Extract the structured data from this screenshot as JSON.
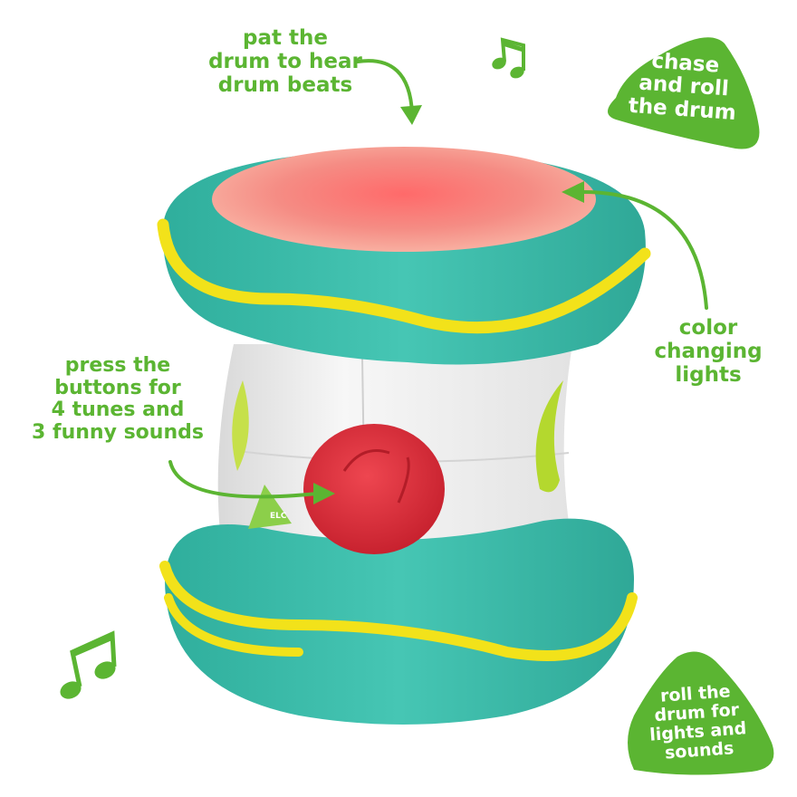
{
  "colors": {
    "accent_green": "#5bb532",
    "drum_teal": "#3fbfad",
    "drum_yellow": "#f2e21a",
    "drum_head_pink": "#f7a093",
    "body_white": "#f4f4f4",
    "button_red": "#e0333f",
    "side_lime": "#b4d82e"
  },
  "callouts": {
    "pat": {
      "lines": [
        "pat the",
        "drum to hear",
        "drum beats"
      ]
    },
    "press": {
      "lines": [
        "press the",
        "buttons for",
        "4 tunes and",
        "3 funny sounds"
      ]
    },
    "color": {
      "lines": [
        "color",
        "changing",
        "lights"
      ]
    }
  },
  "badges": {
    "chase": {
      "lines": [
        "chase",
        "and roll",
        "the drum"
      ]
    },
    "roll": {
      "lines": [
        "roll the",
        "drum for",
        "lights and",
        "sounds"
      ]
    }
  },
  "icons": {
    "music_note_top": "double-music-note-icon",
    "music_note_left": "double-music-note-icon",
    "brand_logo": "elc-triangle-logo-icon"
  }
}
